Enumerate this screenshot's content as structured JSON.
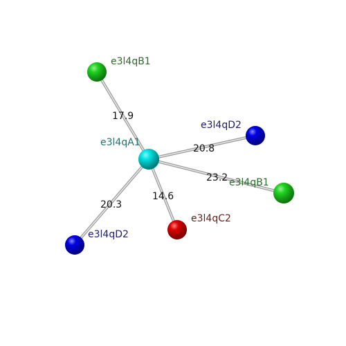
{
  "diagram": {
    "center": {
      "id": "A1",
      "label": "e3l4qA1",
      "color": "#00e5e5",
      "label_color": "#2a6f6f"
    },
    "neighbors": [
      {
        "id": "B1a",
        "label": "e3l4qB1",
        "color": "#1fd61f",
        "label_color": "#2c6b2c",
        "distance": "17.9"
      },
      {
        "id": "D2a",
        "label": "e3l4qD2",
        "color": "#0000e8",
        "label_color": "#1c1c70",
        "distance": "20.8"
      },
      {
        "id": "B1b",
        "label": "e3l4qB1",
        "color": "#1fd61f",
        "label_color": "#2c6b2c",
        "distance": "23.2"
      },
      {
        "id": "C2",
        "label": "e3l4qC2",
        "color": "#e00000",
        "label_color": "#6b1a1a",
        "distance": "14.6"
      },
      {
        "id": "D2b",
        "label": "e3l4qD2",
        "color": "#0000e8",
        "label_color": "#1c1c70",
        "distance": "20.3"
      }
    ]
  }
}
